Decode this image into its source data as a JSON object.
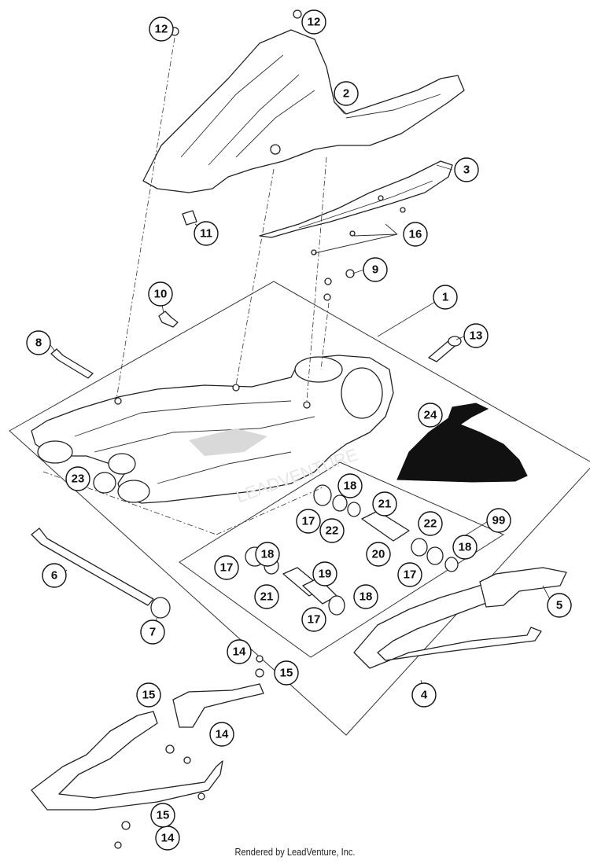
{
  "diagram": {
    "callouts": {
      "c1": "1",
      "c2": "2",
      "c3": "3",
      "c4": "4",
      "c5": "5",
      "c6": "6",
      "c7": "7",
      "c8": "8",
      "c9": "9",
      "c10": "10",
      "c11": "11",
      "c12a": "12",
      "c12b": "12",
      "c13": "13",
      "c14a": "14",
      "c14b": "14",
      "c14c": "14",
      "c15a": "15",
      "c15b": "15",
      "c15c": "15",
      "c16": "16",
      "c17a": "17",
      "c17b": "17",
      "c17c": "17",
      "c17d": "17",
      "c18a": "18",
      "c18b": "18",
      "c18c": "18",
      "c18d": "18",
      "c19": "19",
      "c20": "20",
      "c21a": "21",
      "c21b": "21",
      "c22a": "22",
      "c22b": "22",
      "c23": "23",
      "c24": "24",
      "c99": "99"
    },
    "watermark": "LEADVENTURE"
  },
  "footer": {
    "text": "Rendered by LeadVenture, Inc."
  }
}
